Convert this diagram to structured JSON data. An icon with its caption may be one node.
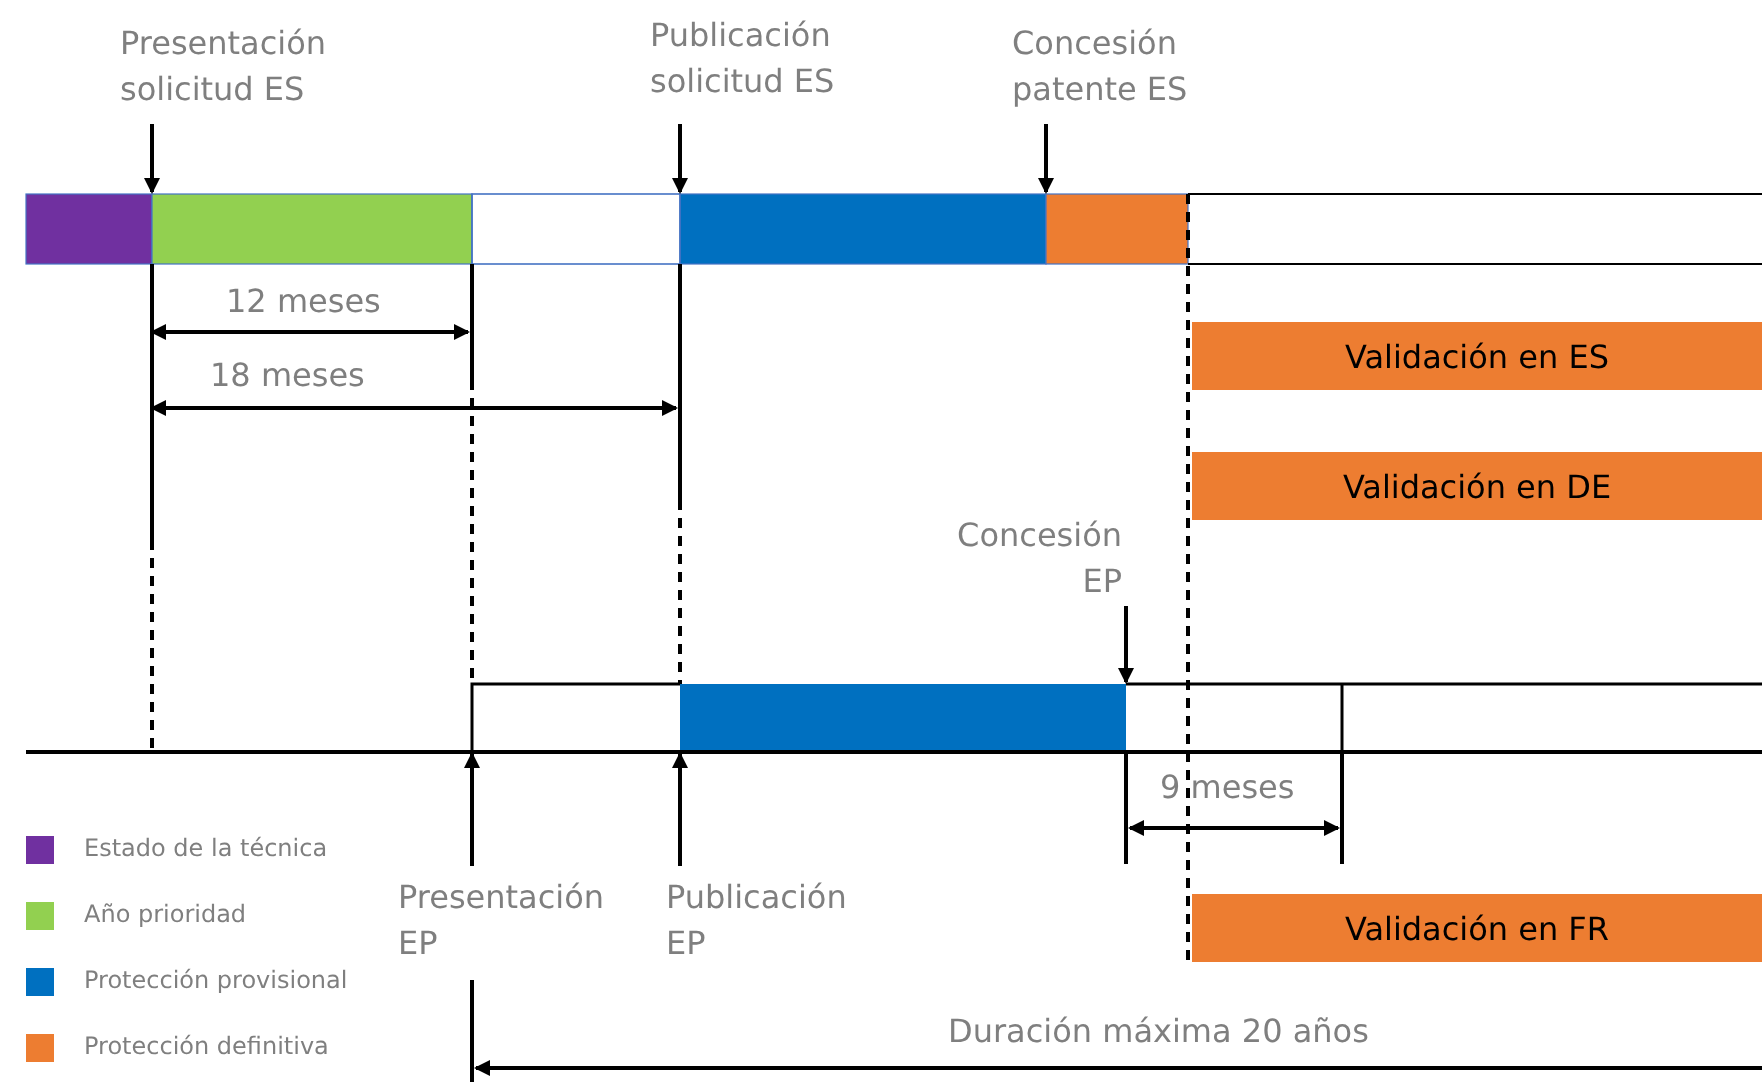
{
  "diagram": {
    "nodes": [
      {
        "text": [
          "Presentación solicitud ES"
        ]
      },
      {
        "text": [
          "Publicación solicitud ES"
        ]
      },
      {
        "text": [
          "Concesión patente ES"
        ]
      },
      {
        "text": [
          "Validación en ES"
        ]
      },
      {
        "text": [
          "Validación en DE"
        ]
      },
      {
        "text": [
          "Concesión EP"
        ]
      },
      {
        "text": [
          "Presentación EP"
        ]
      },
      {
        "text": [
          "Publicación EP"
        ]
      },
      {
        "text": [
          "Validación en FR"
        ]
      }
    ],
    "edges": [
      {
        "from": 0,
        "to": null,
        "arrow": "to"
      },
      {
        "from": 1,
        "to": null,
        "arrow": "to"
      },
      {
        "from": 2,
        "to": null,
        "arrow": "to"
      },
      {
        "from": 5,
        "to": null,
        "arrow": "to"
      },
      {
        "from": 6,
        "to": null,
        "arrow": "to"
      },
      {
        "from": 7,
        "to": null,
        "arrow": "to"
      }
    ],
    "labels": [
      "12 meses",
      "18 meses",
      "9 meses",
      "Duración máxima 20 años"
    ],
    "legend": [
      {
        "text": "Estado de la técnica",
        "color": "#7030a0"
      },
      {
        "text": "Año prioridad",
        "color": "#92d050"
      },
      {
        "text": "Protección provisional",
        "color": "#0070c0"
      },
      {
        "text": "Protección definitiva",
        "color": "#ed7d31"
      }
    ]
  }
}
